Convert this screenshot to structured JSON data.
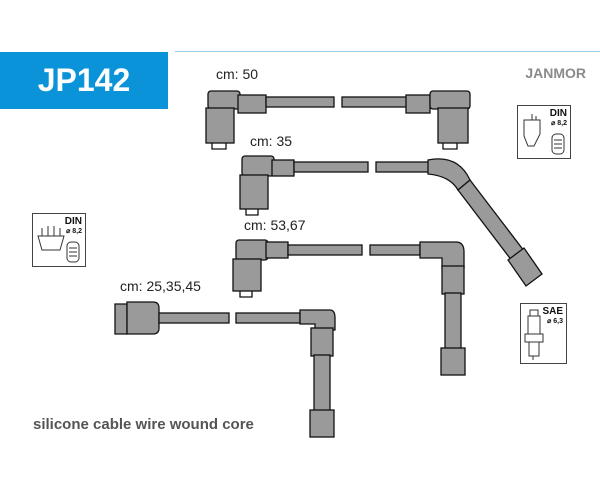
{
  "header": {
    "part_code": "JP142",
    "brand": "JANMOR"
  },
  "wires": [
    {
      "label": "cm: 50"
    },
    {
      "label": "cm: 35"
    },
    {
      "label": "cm: 53,67"
    },
    {
      "label": "cm: 25,35,45"
    }
  ],
  "icons": {
    "din_right": {
      "title": "DIN",
      "size": "⌀ 8,2"
    },
    "din_left": {
      "title": "DIN",
      "size": "⌀ 8,2"
    },
    "sae": {
      "title": "SAE",
      "size": "⌀ 6,3"
    }
  },
  "footer": {
    "description": "silicone cable wire wound core"
  },
  "colors": {
    "accent": "#0a93d8",
    "part_fill": "#9a9a9a"
  }
}
